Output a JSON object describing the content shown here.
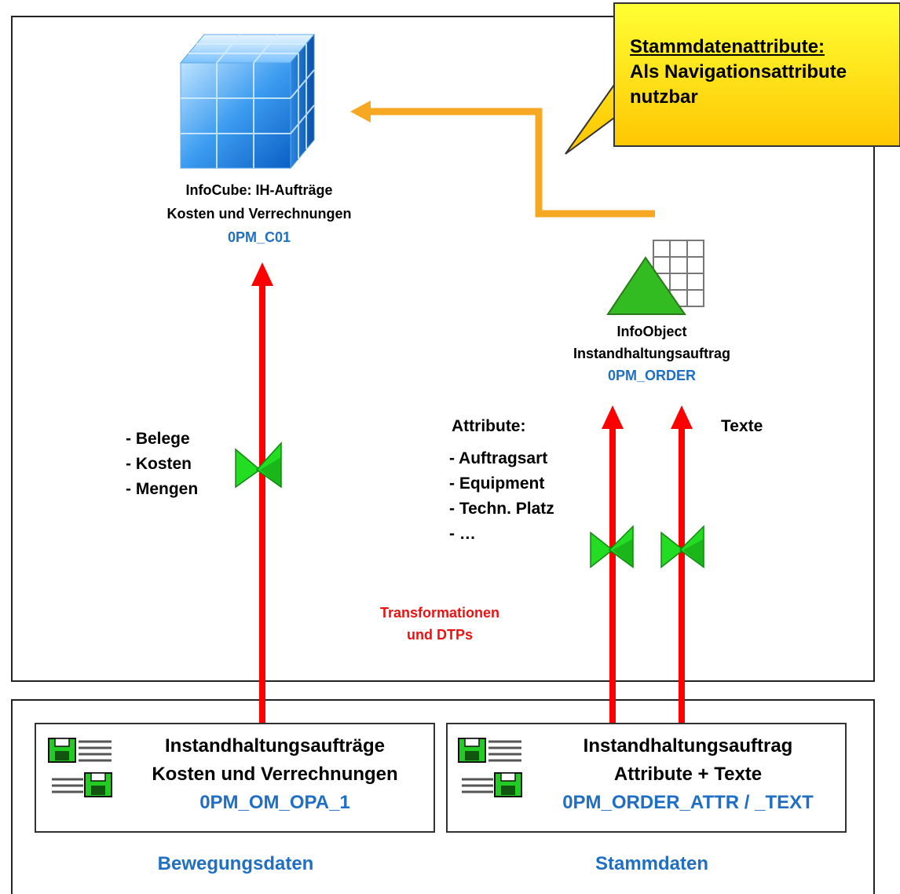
{
  "callout": {
    "heading": "Stammdatenattribute:",
    "line1": "Als Navigationsattribute",
    "line2": "nutzbar",
    "color": "#ffe600"
  },
  "infocube": {
    "line1": "InfoCube: IH-Aufträge",
    "line2": "Kosten und Verrechnungen",
    "id": "0PM_C01"
  },
  "infoobject": {
    "line1": "InfoObject",
    "line2": "Instandhaltungsauftrag",
    "id": "0PM_ORDER"
  },
  "movement_list": [
    "- Belege",
    "- Kosten",
    "- Mengen"
  ],
  "attributes": {
    "heading": "Attribute:",
    "items": [
      "- Auftragsart",
      "- Equipment",
      "- Techn. Platz",
      "- …"
    ]
  },
  "texts_label": "Texte",
  "transformation": {
    "line1": "Transformationen",
    "line2": "und DTPs"
  },
  "source_left": {
    "line1": "Instandhaltungsaufträge",
    "line2": "Kosten und Verrechnungen",
    "id": "0PM_OM_OPA_1"
  },
  "source_right": {
    "line1": "Instandhaltungsauftrag",
    "line2": "Attribute + Texte",
    "id": "0PM_ORDER_ATTR / _TEXT"
  },
  "footer": {
    "left": "Bewegungsdaten",
    "right": "Stammdaten"
  },
  "colors": {
    "flow_arrow": "#ff0000",
    "nav_arrow": "#f7a823",
    "accent_text": "#1f6fc4",
    "transformation_text": "#ee1111"
  }
}
